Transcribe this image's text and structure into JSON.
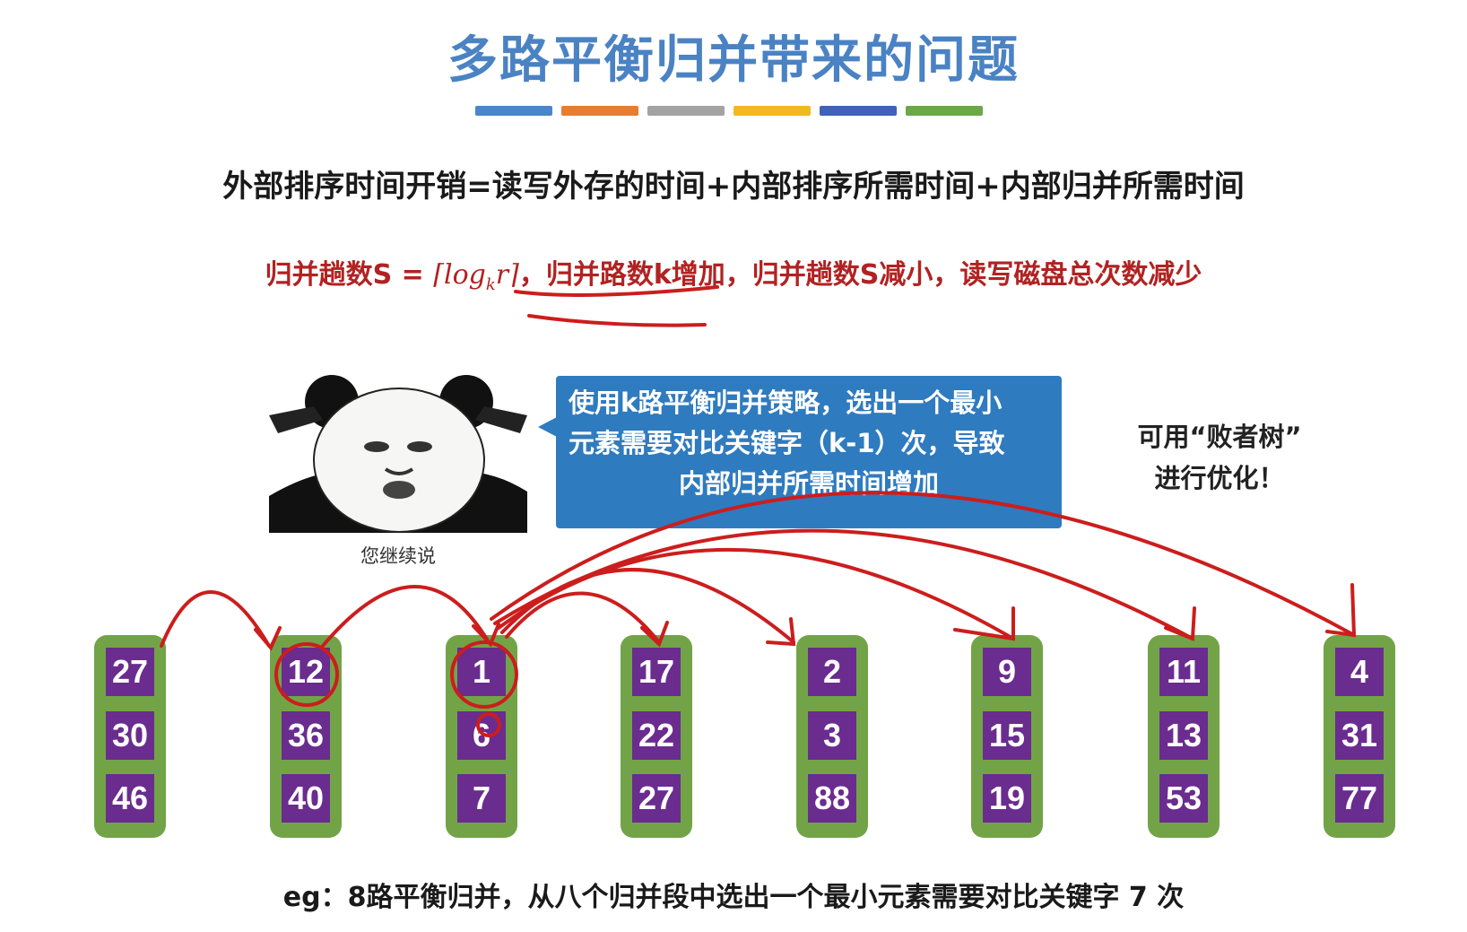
{
  "title": "多路平衡归并带来的问题",
  "color_bar": [
    "#4a86c8",
    "#e67e32",
    "#a3a3a3",
    "#f2b81f",
    "#3e63b8",
    "#6ba84a"
  ],
  "formula": "外部排序时间开销=读写外存的时间+内部排序所需时间+内部归并所需时间",
  "merge_line": {
    "prefix": "归并趟数S = ",
    "math_log": "log",
    "math_sub": "k",
    "math_r": "r",
    "suffix": "，归并路数k增加，归并趟数S减小，读写磁盘总次数减少"
  },
  "meme": {
    "caption": "您继续说"
  },
  "callout": {
    "lines": [
      "使用k路平衡归并策略，选出一个最小",
      "元素需要对比关键字（k-1）次，导致",
      "内部归并所需时间增加"
    ]
  },
  "side_note": {
    "lines": [
      "可用“败者树”",
      "进行优化！"
    ]
  },
  "runs": [
    [
      "27",
      "30",
      "46"
    ],
    [
      "12",
      "36",
      "40"
    ],
    [
      "1",
      "6",
      "7"
    ],
    [
      "17",
      "22",
      "27"
    ],
    [
      "2",
      "3",
      "88"
    ],
    [
      "9",
      "15",
      "19"
    ],
    [
      "11",
      "13",
      "53"
    ],
    [
      "4",
      "31",
      "77"
    ]
  ],
  "footer": "eg：8路平衡归并，从八个归并段中选出一个最小元素需要对比关键字 7 次",
  "annotation_color": "#cc1d1d"
}
